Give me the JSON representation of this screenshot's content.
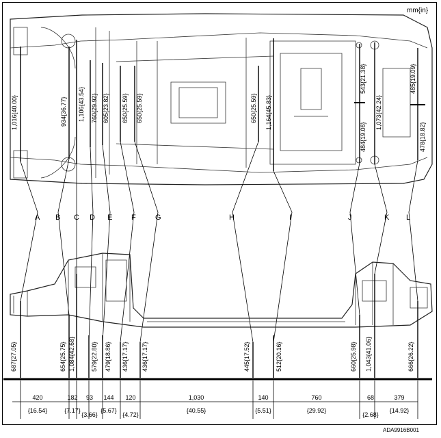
{
  "diagram": {
    "unit_label": "mm{in}",
    "figure_code": "ADA9916B001",
    "reference_points": [
      "A",
      "B",
      "C",
      "D",
      "E",
      "F",
      "G",
      "H",
      "I",
      "J",
      "K",
      "L"
    ],
    "top_view_dimensions": [
      "1,016{40.00}",
      "934{36.77}",
      "1,106{43.54}",
      "760{29.92}",
      "605{23.82}",
      "650{25.59}",
      "650{25.59}",
      "650{25.59}",
      "1,164{45.83}",
      "543{21.38}",
      "1,073{42.24}",
      "485{19.09}",
      "484{19.06}",
      "478{18.82}"
    ],
    "side_view_heights": [
      "687{27.05}",
      "654{25.75}",
      "1,084{42.68}",
      "579{22.80}",
      "479{18.86}",
      "436{17.17}",
      "436{17.17}",
      "445{17.52}",
      "512{20.16}",
      "660{25.98}",
      "1,043{41.06}",
      "666{26.22}"
    ],
    "bottom_spacings_mm": [
      "420",
      "182",
      "93",
      "144",
      "120",
      "1,030",
      "140",
      "760",
      "68",
      "379"
    ],
    "bottom_spacings_in": [
      "{16.54}",
      "{7.17}",
      "{3.66}",
      "{5.67}",
      "{4.72}",
      "{40.55}",
      "{5.51}",
      "{29.92}",
      "{2.68}",
      "{14.92}"
    ]
  }
}
